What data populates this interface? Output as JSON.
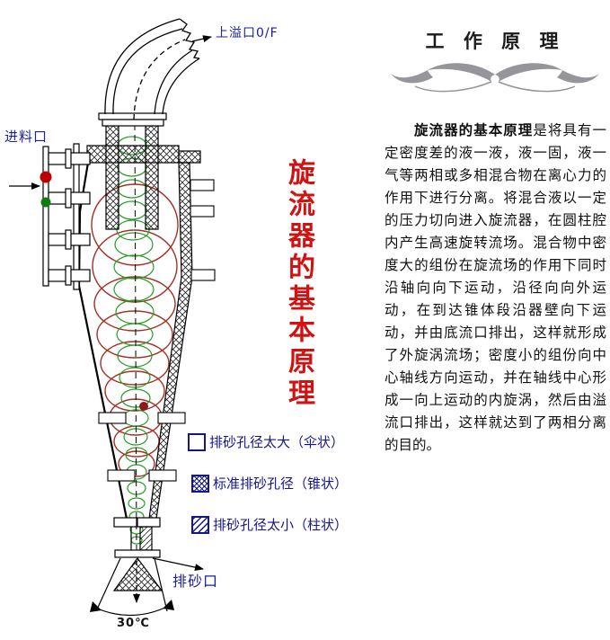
{
  "right_panel": {
    "title": "工 作 原 理",
    "paragraph_lead": "旋流器的基本原理",
    "paragraph_body": "是将具有一定密度差的液一液，液一固，液一气等两相或多相混合物在离心力的作用下进行分离。将混合液以一定的压力切向进入旋流器，在圆柱腔内产生高速旋转流场。混合物中密度大的组份在旋流场的作用下同时沿轴向向下运动，沿径向向外运动，在到达锥体段沿器壁向下运动，并由底流口排出，这样就形成了外旋涡流场；密度小的组份向中心轴线方向运动，并在轴线中心形成一向上运动的内旋涡，然后由溢流口排出，这样就达到了两相分离的目的。"
  },
  "diagram": {
    "vertical_title": "旋流器的基本原理",
    "labels": {
      "overflow_outlet": "上溢口0/F",
      "feed_inlet": "进料口",
      "sand_outlet": "排砂口",
      "cone_angle": "30℃"
    },
    "legend": [
      {
        "swatch": "plain-square",
        "label": "排砂孔径太大（伞状）"
      },
      {
        "swatch": "crosshatch-square",
        "label": "标准排砂孔径（锥状）"
      },
      {
        "swatch": "diagonal-hatch-square",
        "label": "排砂孔径太小（柱状）"
      }
    ],
    "colors": {
      "outer_vortex_red": "#a33026",
      "inner_vortex_green": "#2a9c2a",
      "label_blue": "#1c2099",
      "legend_navy": "#15158c",
      "vertical_title_red": "#cf1212",
      "flourish_gray": "#96969a",
      "feed_dot_red": "#c00000",
      "feed_dot_green": "#117a11"
    }
  }
}
